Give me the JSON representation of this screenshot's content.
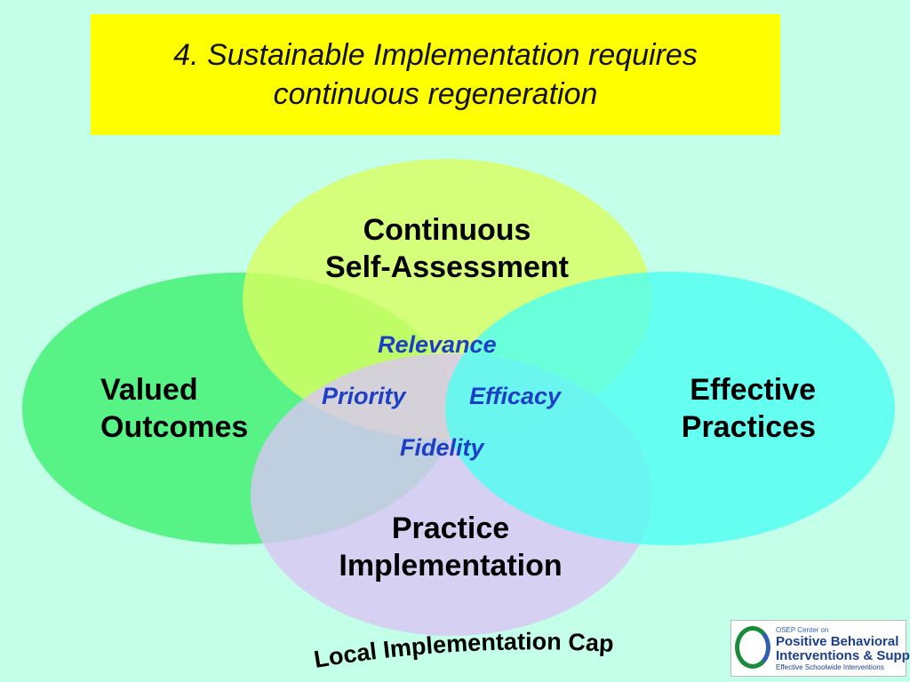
{
  "title": {
    "line1": "4. Sustainable Implementation requires",
    "line2": "continuous regeneration"
  },
  "circles": {
    "top": {
      "line1": "Continuous",
      "line2": "Self-Assessment",
      "color": "#d9ff5f"
    },
    "left": {
      "line1": "Valued",
      "line2": "Outcomes",
      "color": "#3cf06e"
    },
    "right": {
      "line1": "Effective",
      "line2": "Practices",
      "color": "#4dfff3"
    },
    "bottom": {
      "line1": "Practice",
      "line2": "Implementation",
      "color": "#dbc6f5"
    }
  },
  "center_terms": {
    "relevance": "Relevance",
    "priority": "Priority",
    "efficacy": "Efficacy",
    "fidelity": "Fidelity"
  },
  "footer_label": "Local Implementation Capacity",
  "logo": {
    "line1": "OSEP Center on",
    "line2": "Positive Behavioral",
    "line3": "Interventions & Supports",
    "line4": "Effective Schoolwide Interventions"
  }
}
